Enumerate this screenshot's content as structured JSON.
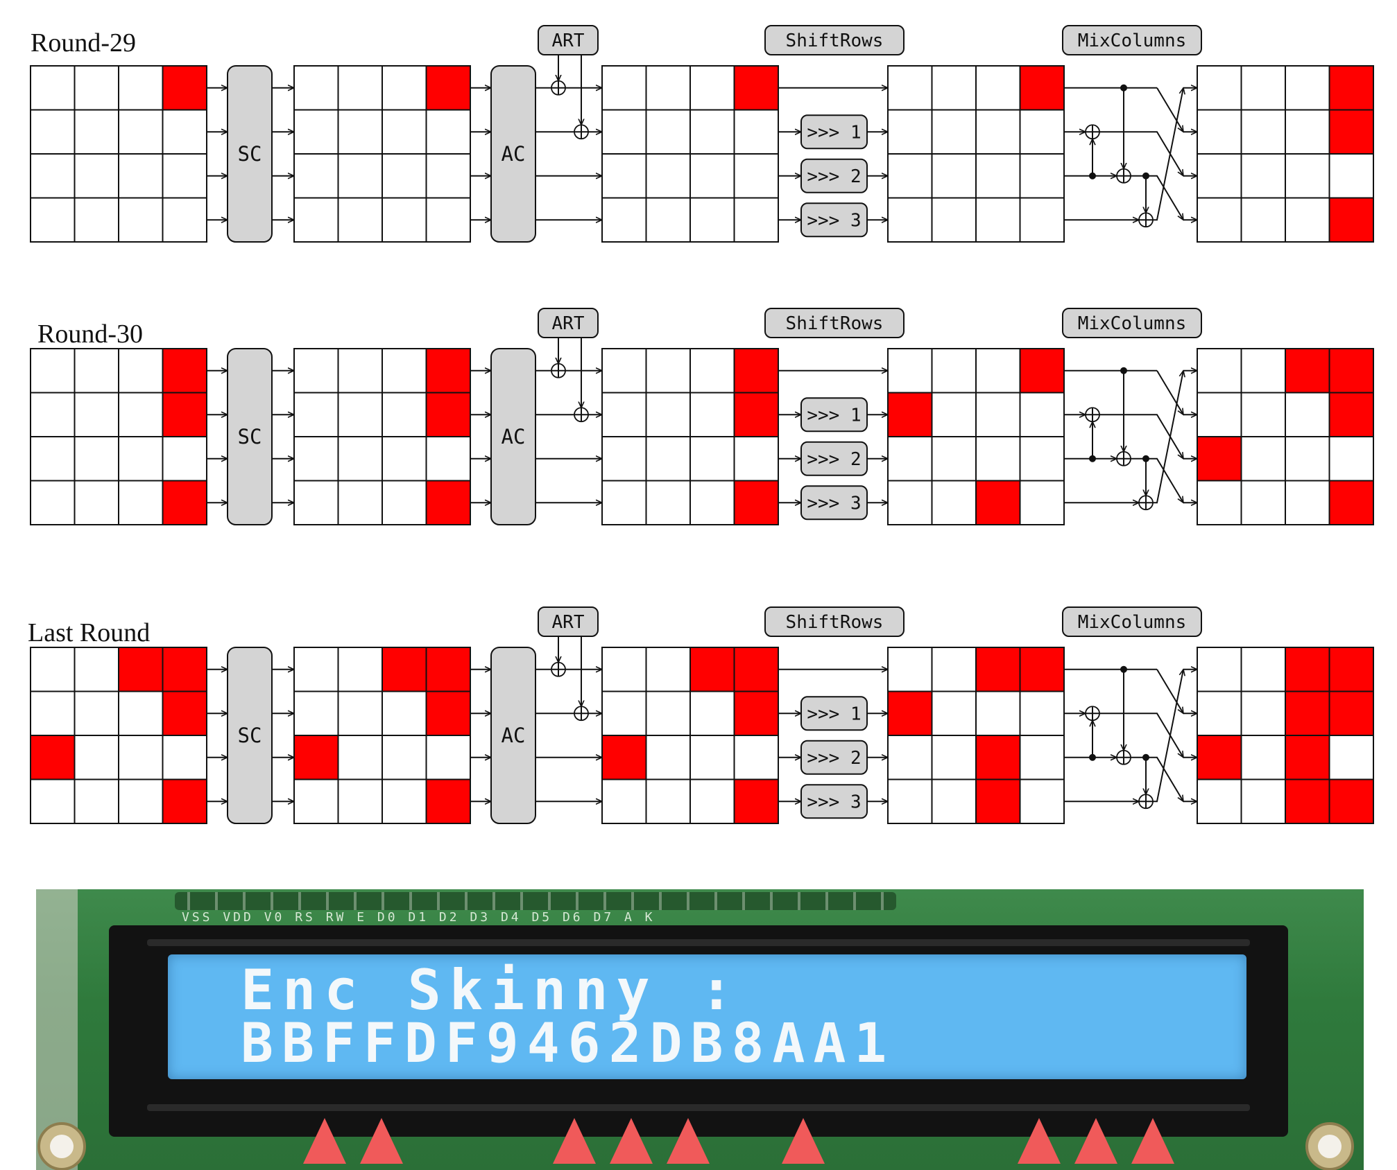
{
  "rounds": [
    {
      "label": "Round-29",
      "grids": [
        [
          [
            0,
            0,
            0,
            1
          ],
          [
            0,
            0,
            0,
            0
          ],
          [
            0,
            0,
            0,
            0
          ],
          [
            0,
            0,
            0,
            0
          ]
        ],
        [
          [
            0,
            0,
            0,
            1
          ],
          [
            0,
            0,
            0,
            0
          ],
          [
            0,
            0,
            0,
            0
          ],
          [
            0,
            0,
            0,
            0
          ]
        ],
        [
          [
            0,
            0,
            0,
            1
          ],
          [
            0,
            0,
            0,
            0
          ],
          [
            0,
            0,
            0,
            0
          ],
          [
            0,
            0,
            0,
            0
          ]
        ],
        [
          [
            0,
            0,
            0,
            1
          ],
          [
            0,
            0,
            0,
            0
          ],
          [
            0,
            0,
            0,
            0
          ],
          [
            0,
            0,
            0,
            0
          ]
        ],
        [
          [
            0,
            0,
            0,
            1
          ],
          [
            0,
            0,
            0,
            1
          ],
          [
            0,
            0,
            0,
            0
          ],
          [
            0,
            0,
            0,
            1
          ]
        ]
      ]
    },
    {
      "label": "Round-30",
      "grids": [
        [
          [
            0,
            0,
            0,
            1
          ],
          [
            0,
            0,
            0,
            1
          ],
          [
            0,
            0,
            0,
            0
          ],
          [
            0,
            0,
            0,
            1
          ]
        ],
        [
          [
            0,
            0,
            0,
            1
          ],
          [
            0,
            0,
            0,
            1
          ],
          [
            0,
            0,
            0,
            0
          ],
          [
            0,
            0,
            0,
            1
          ]
        ],
        [
          [
            0,
            0,
            0,
            1
          ],
          [
            0,
            0,
            0,
            1
          ],
          [
            0,
            0,
            0,
            0
          ],
          [
            0,
            0,
            0,
            1
          ]
        ],
        [
          [
            0,
            0,
            0,
            1
          ],
          [
            1,
            0,
            0,
            0
          ],
          [
            0,
            0,
            0,
            0
          ],
          [
            0,
            0,
            1,
            0
          ]
        ],
        [
          [
            0,
            0,
            1,
            1
          ],
          [
            0,
            0,
            0,
            1
          ],
          [
            1,
            0,
            0,
            0
          ],
          [
            0,
            0,
            0,
            1
          ]
        ]
      ]
    },
    {
      "label": "Last Round",
      "grids": [
        [
          [
            0,
            0,
            1,
            1
          ],
          [
            0,
            0,
            0,
            1
          ],
          [
            1,
            0,
            0,
            0
          ],
          [
            0,
            0,
            0,
            1
          ]
        ],
        [
          [
            0,
            0,
            1,
            1
          ],
          [
            0,
            0,
            0,
            1
          ],
          [
            1,
            0,
            0,
            0
          ],
          [
            0,
            0,
            0,
            1
          ]
        ],
        [
          [
            0,
            0,
            1,
            1
          ],
          [
            0,
            0,
            0,
            1
          ],
          [
            1,
            0,
            0,
            0
          ],
          [
            0,
            0,
            0,
            1
          ]
        ],
        [
          [
            0,
            0,
            1,
            1
          ],
          [
            1,
            0,
            0,
            0
          ],
          [
            0,
            0,
            1,
            0
          ],
          [
            0,
            0,
            1,
            0
          ]
        ],
        [
          [
            0,
            0,
            1,
            1
          ],
          [
            0,
            0,
            1,
            1
          ],
          [
            1,
            0,
            1,
            0
          ],
          [
            0,
            0,
            1,
            1
          ]
        ]
      ]
    }
  ],
  "ops": {
    "sc": "SC",
    "ac": "AC",
    "art": "ART",
    "shiftrows": "ShiftRows",
    "mixcolumns": "MixColumns",
    "shifts": [
      ">>> 1",
      ">>> 2",
      ">>> 3"
    ]
  },
  "colors": {
    "active": "#ff0000",
    "box_fill": "#d4d4d4",
    "line": "#111111"
  },
  "lcd": {
    "pin_labels": "VSS VDD V0 RS RW E D0 D1 D2 D3 D4 D5 D6 D7 A K",
    "pin_count": "16",
    "line1": "Enc Skinny :",
    "line2": "BBFFDF9462DB8AA1",
    "marker_count": 9,
    "screen_color": "#5fb8f2",
    "marker_color": "#f05a5a"
  }
}
